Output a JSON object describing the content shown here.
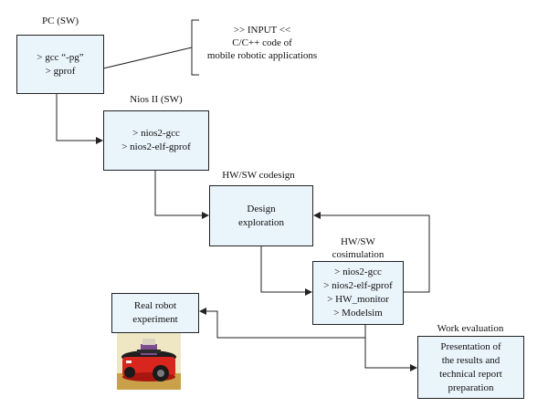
{
  "input": {
    "line1": ">>  INPUT <<",
    "line2": "C/C++ code of",
    "line3": "mobile robotic applications"
  },
  "pc": {
    "title": "PC (SW)",
    "lines": [
      "> gcc “-pg”",
      "> gprof"
    ]
  },
  "nios": {
    "title": "Nios II (SW)",
    "lines": [
      "> nios2-gcc",
      "> nios2-elf-gprof"
    ]
  },
  "codesign": {
    "title": "HW/SW codesign",
    "lines": [
      "Design",
      "exploration"
    ]
  },
  "cosim": {
    "title_line1": "HW/SW",
    "title_line2": "cosimulation",
    "lines": [
      "> nios2-gcc",
      "> nios2-elf-gprof",
      "> HW_monitor",
      "> Modelsim"
    ]
  },
  "robot": {
    "lines": [
      "Real robot",
      "experiment"
    ]
  },
  "evaluation": {
    "title": "Work evaluation",
    "lines": [
      "Presentation of",
      "the results and",
      "technical report",
      "preparation"
    ]
  },
  "colors": {
    "box_fill": "#eaf4fb",
    "border": "#222222",
    "robot_body": "#d8261e"
  }
}
